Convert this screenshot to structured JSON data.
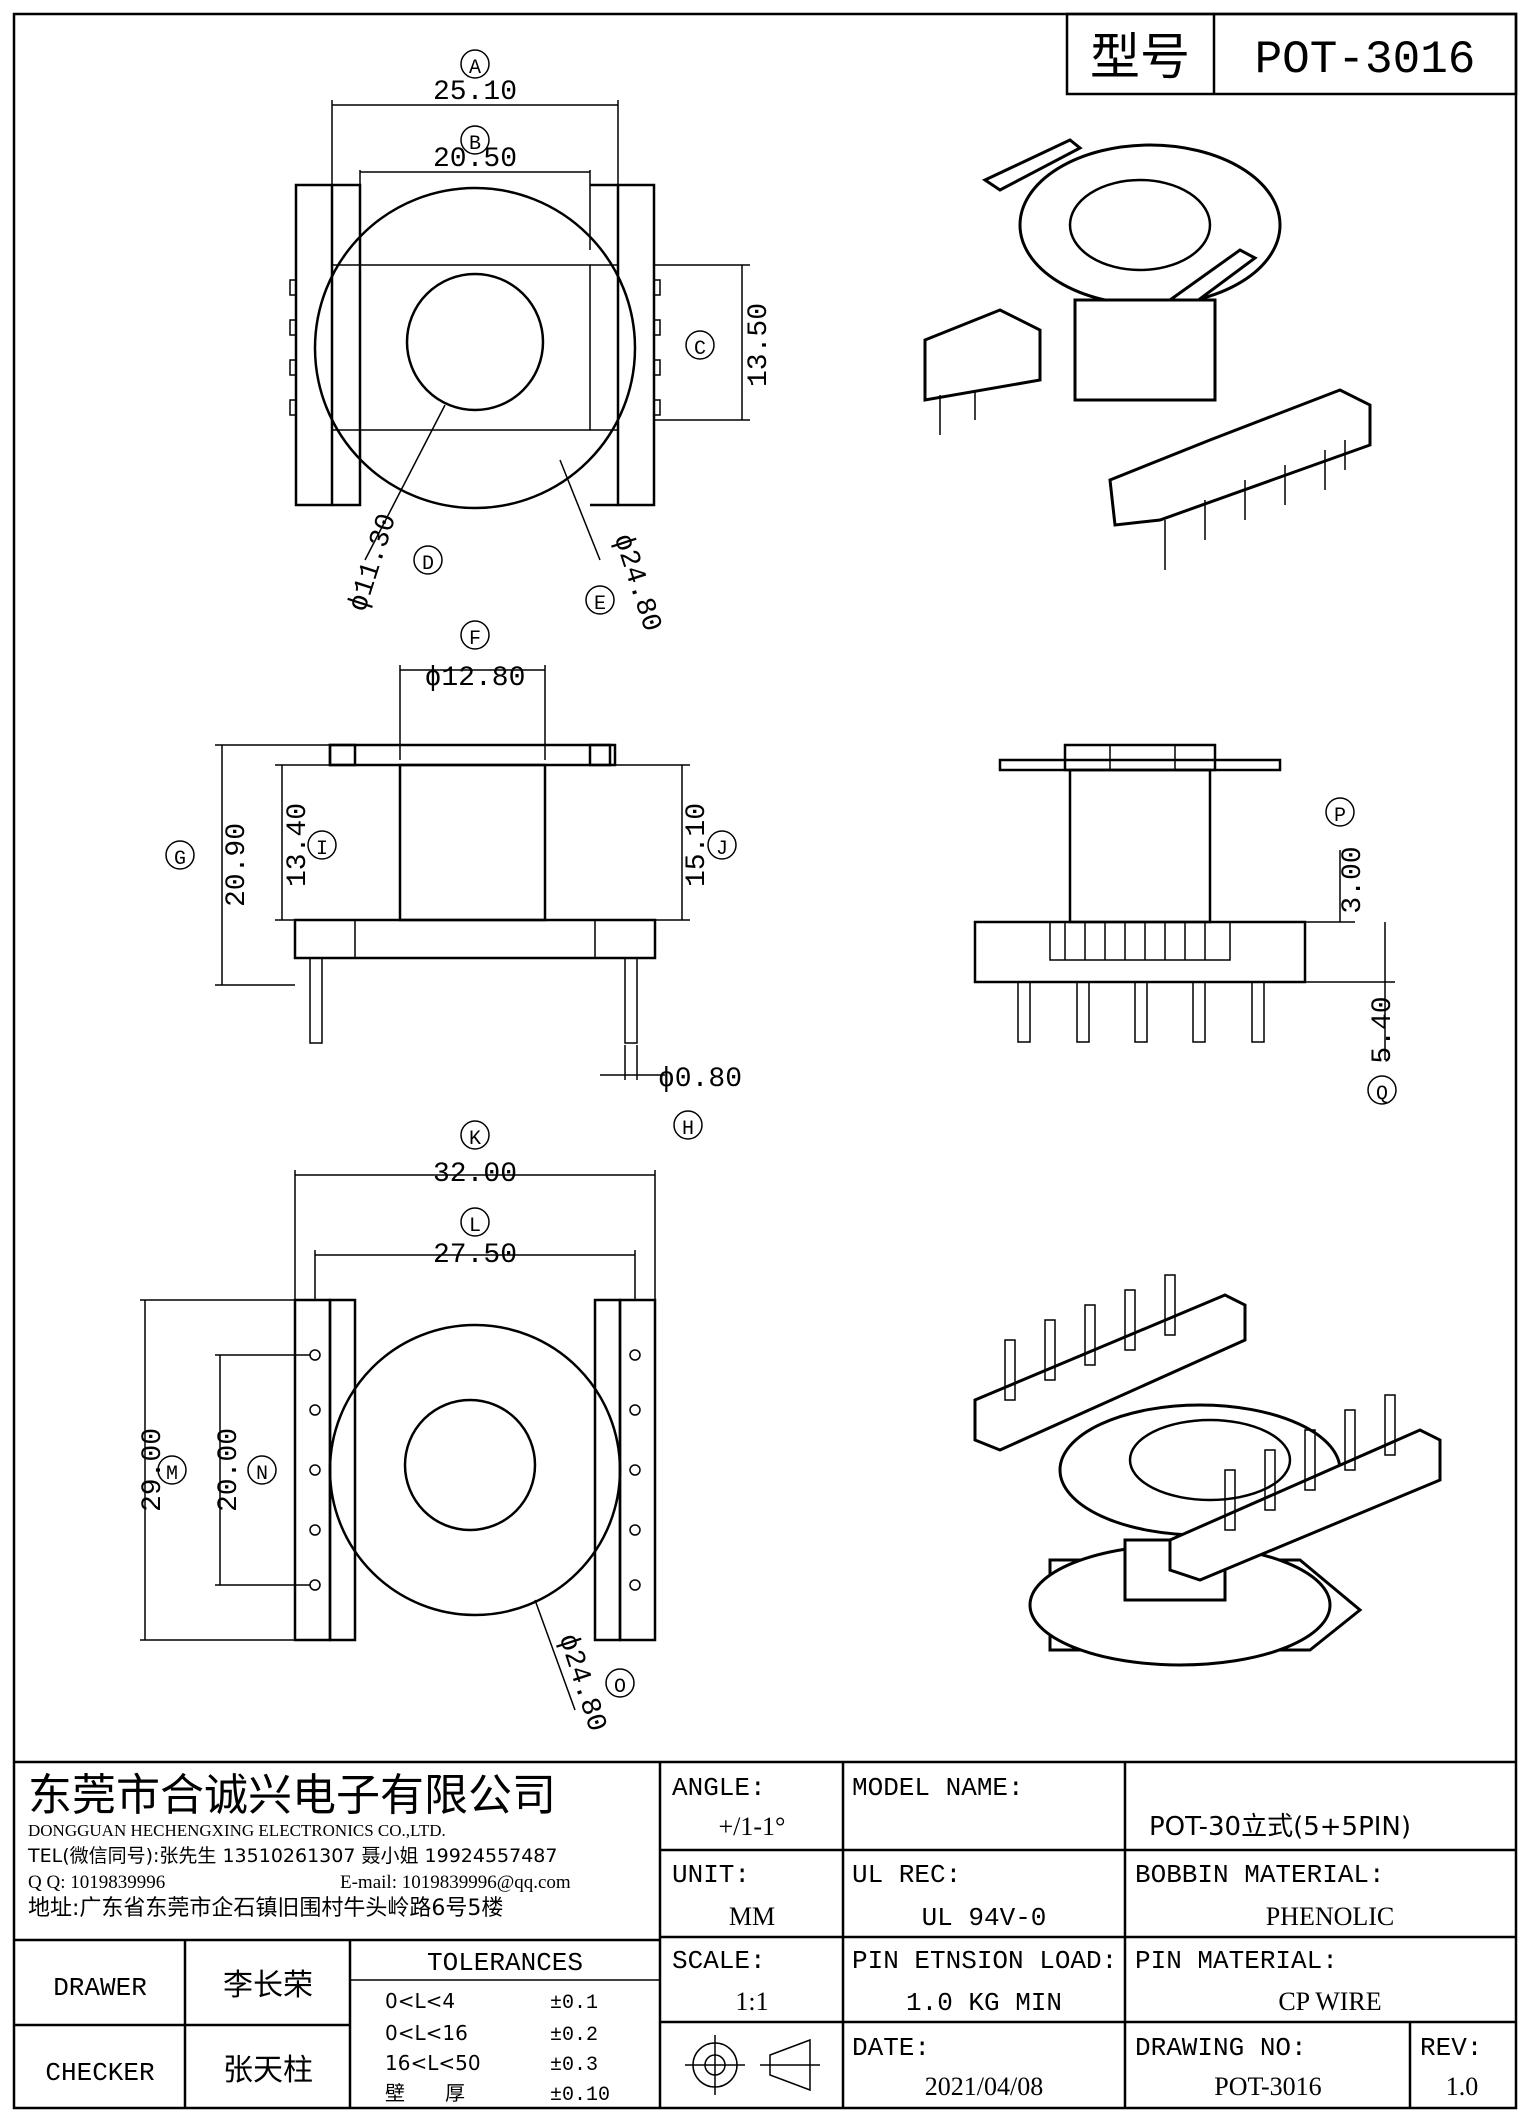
{
  "header": {
    "model_label": "型号",
    "model_value": "POT-3016"
  },
  "views": {
    "top": {
      "A": "A",
      "B": "B",
      "C": "C",
      "D": "D",
      "E": "E",
      "dim_A": "25.10",
      "dim_B": "20.50",
      "dim_C": "13.50",
      "dim_D": "ϕ11.30",
      "dim_E": "ϕ24.80"
    },
    "front": {
      "F": "F",
      "G": "G",
      "H": "H",
      "I": "I",
      "J": "J",
      "dim_F": "ϕ12.80",
      "dim_G": "20.90",
      "dim_H": "ϕ0.80",
      "dim_I": "13.40",
      "dim_J": "15.10"
    },
    "side": {
      "P": "P",
      "Q": "Q",
      "dim_P": "3.00",
      "dim_Q": "5.40"
    },
    "bottom": {
      "K": "K",
      "L": "L",
      "M": "M",
      "N": "N",
      "O": "O",
      "dim_K": "32.00",
      "dim_L": "27.50",
      "dim_M": "29.00",
      "dim_N": "20.00",
      "dim_O": "ϕ24.80"
    }
  },
  "title_block": {
    "company_cn": "东莞市合诚兴电子有限公司",
    "company_en": "DONGGUAN HECHENGXING ELECTRONICS CO.,LTD.",
    "tel": "TEL(微信同号):张先生 13510261307 聂小姐 19924557487",
    "qq": "Q Q: 1019839996",
    "email": "E-mail: 1019839996@qq.com",
    "address": "地址:广东省东莞市企石镇旧围村牛头岭路6号5楼",
    "angle_label": "ANGLE:",
    "angle_value": "+/1-1°",
    "unit_label": "UNIT:",
    "unit_value": "MM",
    "scale_label": "SCALE:",
    "scale_value": "1:1",
    "model_name_label": "MODEL NAME:",
    "model_name_value": "POT-30立式(5+5PIN)",
    "ul_label": "UL REC:",
    "ul_value": "UL 94V-0",
    "bobbin_label": "BOBBIN MATERIAL:",
    "bobbin_value": "PHENOLIC",
    "pin_load_label": "PIN ETNSION LOAD:",
    "pin_load_value": "1.0 KG MIN",
    "pin_mat_label": "PIN MATERIAL:",
    "pin_mat_value": "CP WIRE",
    "date_label": "DATE:",
    "date_value": "2021/04/08",
    "drawing_no_label": "DRAWING NO:",
    "drawing_no_value": "POT-3016",
    "rev_label": "REV:",
    "rev_value": "1.0",
    "drawer_label": "DRAWER",
    "drawer_value": "李长荣",
    "checker_label": "CHECKER",
    "checker_value": "张天柱",
    "tolerances_label": "TOLERANCES",
    "tolerances": [
      {
        "range": "0<L<4",
        "value": "±0.1"
      },
      {
        "range": "0<L<16",
        "value": "±0.2"
      },
      {
        "range": "16<L<50",
        "value": "±0.3"
      },
      {
        "range": "壁　　厚",
        "value": "±0.10"
      }
    ]
  }
}
